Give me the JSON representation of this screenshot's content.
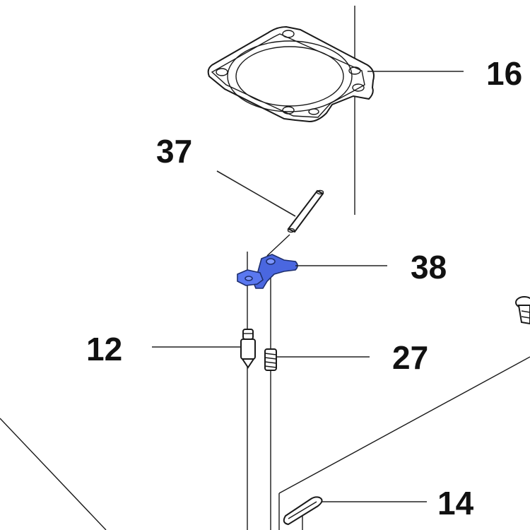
{
  "diagram": {
    "highlight_color": "#4a67e0",
    "line_color": "#222222",
    "callouts": [
      {
        "id": "16",
        "label": "16",
        "part": "gasket"
      },
      {
        "id": "37",
        "label": "37",
        "part": "pin"
      },
      {
        "id": "38",
        "label": "38",
        "part": "lever",
        "highlighted": true
      },
      {
        "id": "12",
        "label": "12",
        "part": "needle-valve"
      },
      {
        "id": "27",
        "label": "27",
        "part": "spring"
      },
      {
        "id": "14",
        "label": "14",
        "part": "clip"
      }
    ]
  }
}
